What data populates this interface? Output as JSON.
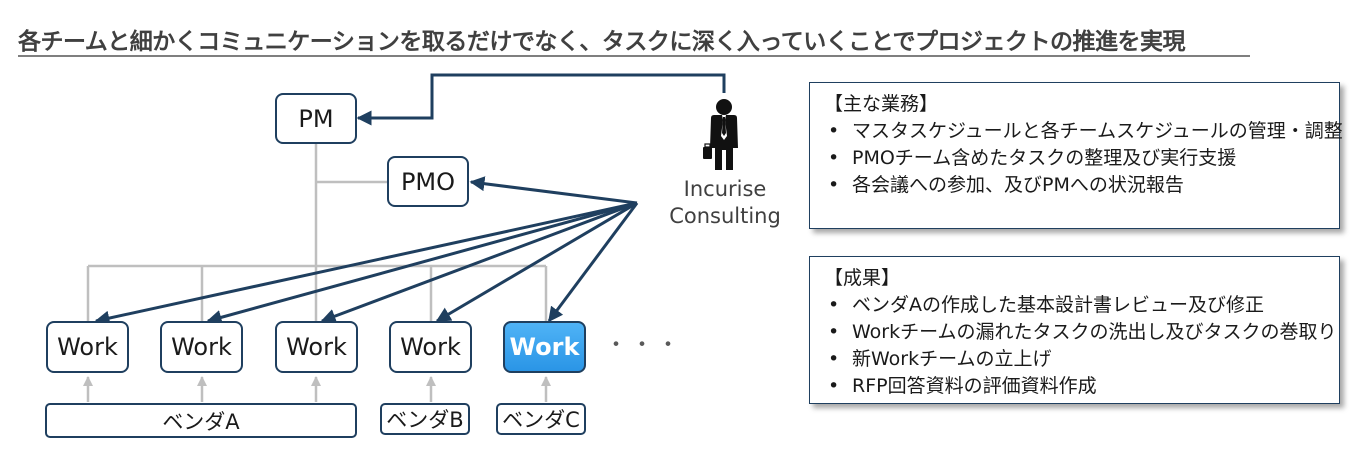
{
  "title": "各チームと細かくコミュニケーションを取るだけでなく、タスクに深く入っていくことでプロジェクトの推進を実現",
  "nodes": {
    "pm": "PM",
    "pmo": "PMO",
    "work": [
      "Work",
      "Work",
      "Work",
      "Work",
      "Work"
    ]
  },
  "vendors": [
    "ベンダA",
    "ベンダB",
    "ベンダC"
  ],
  "ellipsis": "・・・",
  "consultant": {
    "icon": "businessman-icon",
    "line1": "Incurise",
    "line2": "Consulting"
  },
  "duties": {
    "title": "【主な業務】",
    "items": [
      "マスタスケジュールと各チームスケジュールの管理・調整",
      "PMOチーム含めたタスクの整理及び実行支援",
      "各会議への参加、及びPMへの状況報告"
    ]
  },
  "results": {
    "title": "【成果】",
    "items": [
      "ベンダAの作成した基本設計書レビュー及び修正",
      "Workチームの漏れたタスクの洗出し及びタスクの巻取り",
      "新Workチームの立上げ",
      "RFP回答資料の評価資料作成"
    ]
  },
  "colors": {
    "navy": "#1f3f5f",
    "connector": "#bfbfbf",
    "highlight": "#2a95e6"
  }
}
